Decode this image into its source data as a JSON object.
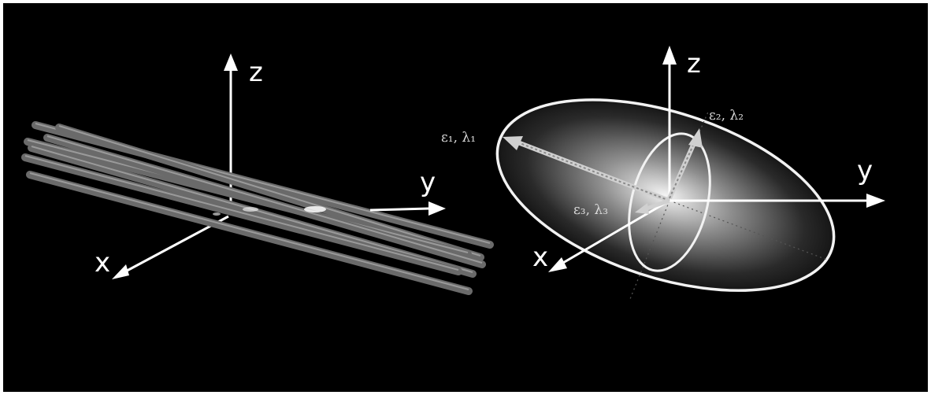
{
  "background_color": "#000000",
  "foreground_color": "#ffffff",
  "fiber_color": "#5e5e5e",
  "left_panel": {
    "axes": {
      "z": "z",
      "y": "y",
      "x": "x"
    },
    "fiber_count": 7
  },
  "right_panel": {
    "axes": {
      "z": "z",
      "y": "y",
      "x": "x"
    },
    "eigen_labels": {
      "e1": "ε₁, λ₁",
      "e2": "ε₂, λ₂",
      "e3": "ε₃, λ₃"
    }
  }
}
